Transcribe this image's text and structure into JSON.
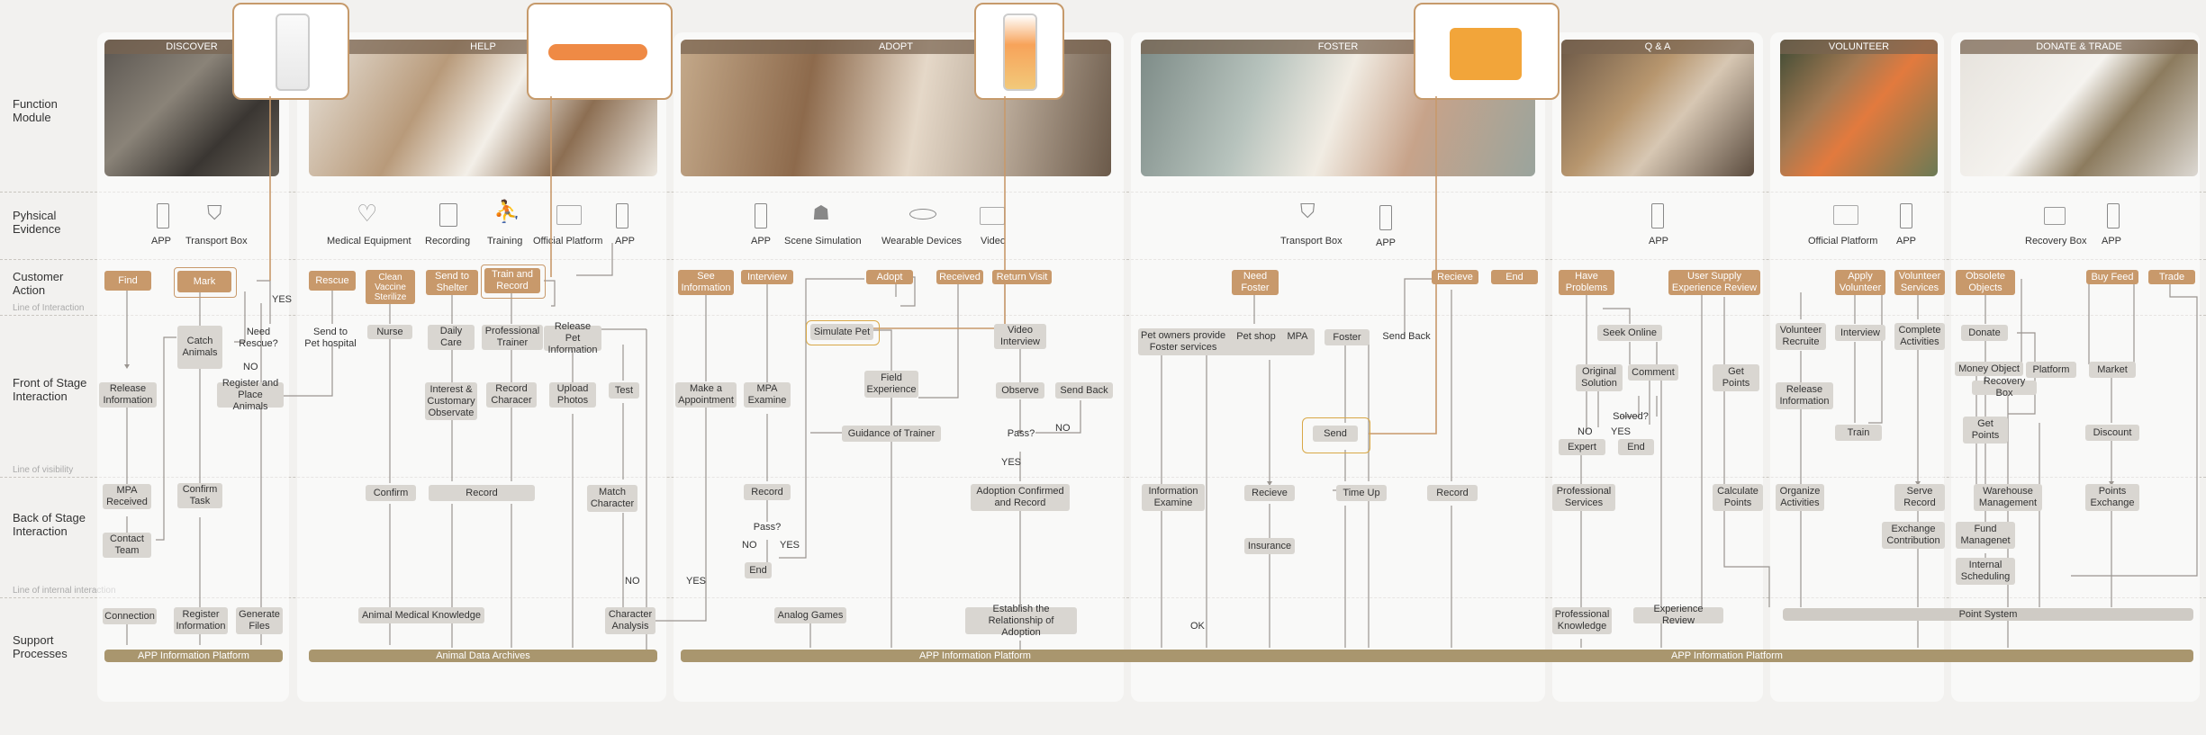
{
  "rows": {
    "function": "Function\nModule",
    "evidence": "Pyhsical\nEvidence",
    "customer": "Customer\nAction",
    "front": "Front of Stage\nInteraction",
    "back": "Back of Stage\nInteraction",
    "support": "Support\nProcesses",
    "line_interaction": "Line of Interaction",
    "line_visibility": "Line of visibility",
    "line_internal": "Line of internal interaction"
  },
  "modules": [
    "DISCOVER",
    "HELP",
    "ADOPT",
    "FOSTER",
    "Q & A",
    "VOLUNTEER",
    "DONATE & TRADE"
  ],
  "evidence": {
    "discover": [
      "APP",
      "Transport Box"
    ],
    "help": [
      "Medical Equipment",
      "Recording",
      "Training",
      "Official Platform",
      "APP"
    ],
    "adopt": [
      "APP",
      "Scene Simulation",
      "Wearable Devices",
      "Video"
    ],
    "foster": [
      "Transport Box",
      "APP"
    ],
    "qa": [
      "APP"
    ],
    "volunteer": [
      "Official Platform",
      "APP"
    ],
    "donate": [
      "Recovery Box",
      "APP"
    ]
  },
  "customer": {
    "find": "Find",
    "mark": "Mark",
    "rescue": "Rescue",
    "clean": "Clean\nVaccine\nSterilize",
    "send_shelter": "Send to\nShelter",
    "train_record": "Train and\nRecord",
    "see_info": "See\nInformation",
    "interview": "Interview",
    "adopt": "Adopt",
    "received": "Received",
    "return_visit": "Return Visit",
    "need_foster": "Need\nFoster",
    "recieve": "Recieve",
    "end": "End",
    "have_problems": "Have\nProblems",
    "user_supply": "User Supply\nExperience Review",
    "apply_vol": "Apply\nVolunteer",
    "vol_services": "Volunteer\nServices",
    "obsolete": "Obsolete\nObjects",
    "buy_feed": "Buy Feed",
    "trade": "Trade"
  },
  "front": {
    "yes": "YES",
    "no": "NO",
    "catch": "Catch\nAnimals",
    "need_rescue": "Need\nRescue?",
    "send_hospital": "Send to\nPet hospital",
    "release_info": "Release\nInformation",
    "register_place": "Register and\nPlace Animals",
    "nurse": "Nurse",
    "daily_care": "Daily\nCare",
    "prof_trainer": "Professional\nTrainer",
    "release_pet_info": "Release Pet\nInformation",
    "interest": "Interest &\nCustomary\nObservate",
    "record_char": "Record\nCharacer",
    "upload": "Upload\nPhotos",
    "test": "Test",
    "make_appt": "Make a\nAppointment",
    "mpa_examine": "MPA\nExamine",
    "simulate": "Simulate Pet",
    "field_exp": "Field\nExperience",
    "guidance": "Guidance of Trainer",
    "video_interview": "Video\nInterview",
    "observe": "Observe",
    "send_back": "Send Back",
    "pass": "Pass?",
    "pet_owners": "Pet owners provide\nFoster services",
    "pet_shop": "Pet shop",
    "mpa": "MPA",
    "foster": "Foster",
    "send_back2": "Send Back",
    "send": "Send",
    "seek_online": "Seek Online",
    "original_solution": "Original\nSolution",
    "comment": "Comment",
    "solved": "Solved?",
    "expert": "Expert",
    "end": "End",
    "get_points": "Get\nPoints",
    "vol_recruit": "Volunteer\nRecruite",
    "interview": "Interview",
    "complete_act": "Complete\nActivities",
    "release_info2": "Release\nInformation",
    "train": "Train",
    "donate": "Donate",
    "money_object": "Money Object",
    "platform": "Platform",
    "market": "Market",
    "recovery_box": "Recovery Box",
    "get_points2": "Get\nPoints",
    "discount": "Discount"
  },
  "back": {
    "mpa_received": "MPA\nReceived",
    "confirm_task": "Confirm\nTask",
    "contact_team": "Contact\nTeam",
    "confirm": "Confirm",
    "record": "Record",
    "match_char": "Match\nCharacter",
    "record2": "Record",
    "pass": "Pass?",
    "no": "NO",
    "yes": "YES",
    "end": "End",
    "adoption_confirmed": "Adoption Confirmed\nand Record",
    "info_examine": "Information\nExamine",
    "recieve": "Recieve",
    "time_up": "Time Up",
    "record3": "Record",
    "insurance": "Insurance",
    "prof_services": "Professional\nServices",
    "calc_points": "Calculate\nPoints",
    "organize": "Organize\nActivities",
    "serve_record": "Serve\nRecord",
    "exchange_contrib": "Exchange\nContribution",
    "warehouse": "Warehouse\nManagement",
    "fund": "Fund\nManagenet",
    "internal_sched": "Internal\nScheduling",
    "points_exchange": "Points\nExchange"
  },
  "support": {
    "connection": "Connection",
    "register_info": "Register\nInformation",
    "generate_files": "Generate\nFiles",
    "animal_medical": "Animal Medical Knowledge",
    "char_analysis": "Character\nAnalysis",
    "no": "NO",
    "yes": "YES",
    "analog_games": "Analog Games",
    "establish": "Establish the\nRelationship of Adoption",
    "ok": "OK",
    "prof_knowledge": "Professional\nKnowledge",
    "exp_review": "Experience Review",
    "point_system": "Point System",
    "app_platform1": "APP Information Platform",
    "animal_archives": "Animal Data Archives",
    "app_platform2": "APP Information Platform",
    "app_platform3": "APP Information Platform"
  },
  "colors": {
    "accent": "#c8996b",
    "highlight": "#d9a847",
    "bar": "#a9966e",
    "gray_box": "#d9d6d1"
  }
}
